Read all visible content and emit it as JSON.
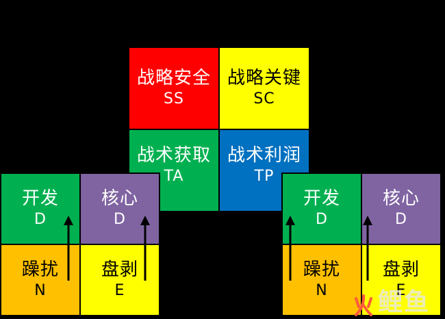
{
  "top_matrix": {
    "ss": {
      "cn": "战略安全",
      "en": "SS",
      "color": "#ff0000"
    },
    "sc": {
      "cn": "战略关键",
      "en": "SC",
      "color": "#ffff00"
    },
    "ta": {
      "cn": "战术获取",
      "en": "TA",
      "color": "#00b050"
    },
    "tp": {
      "cn": "战术利润",
      "en": "TP",
      "color": "#0070c0"
    }
  },
  "left_matrix": {
    "develop": {
      "cn": "开发",
      "en": "D",
      "color": "#00b050"
    },
    "core": {
      "cn": "核心",
      "en": "D",
      "color": "#8064a2"
    },
    "nuisance": {
      "cn": "躁扰",
      "en": "N",
      "color": "#ffc000"
    },
    "exploit": {
      "cn": "盘剥",
      "en": "E",
      "color": "#ffff00"
    }
  },
  "right_matrix": {
    "develop": {
      "cn": "开发",
      "en": "D",
      "color": "#00b050"
    },
    "core": {
      "cn": "核心",
      "en": "D",
      "color": "#8064a2"
    },
    "nuisance": {
      "cn": "躁扰",
      "en": "N",
      "color": "#ffc000"
    },
    "exploit": {
      "cn": "盘剥",
      "en": "E",
      "color": "#ffff00"
    }
  },
  "watermark": {
    "text": "鲤鱼",
    "icon": "fire-icon"
  }
}
